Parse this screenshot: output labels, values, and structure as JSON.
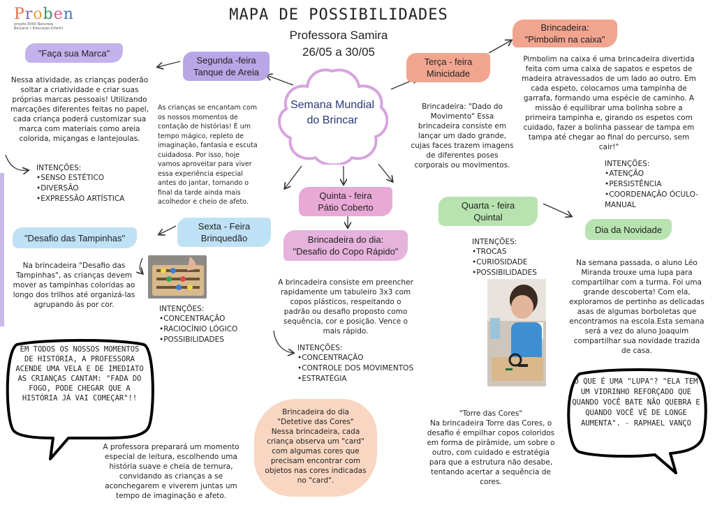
{
  "logo": {
    "name": "Proben",
    "tagline1": "projeto 0000 Natureza",
    "tagline2": "Berçário • Educação Infantil"
  },
  "header": {
    "title": "MAPA DE POSSIBILIDADES",
    "teacher": "Professora  Samira",
    "dates": "26/05 a 30/05"
  },
  "center": {
    "label": "Semana Mundial do Brincar"
  },
  "colors": {
    "purple": "#b9a6e6",
    "salmon": "#f1a58f",
    "green": "#b8e3b0",
    "blue": "#bfe1f5",
    "pink": "#e9a9d6",
    "peach": "#f8d6c2",
    "navy": "#2b3a78"
  },
  "monday": {
    "day": "Segunda -feira",
    "place": "Tanque de Areia",
    "story": "As crianças se encantam com os nossos momentos de contação de histórias! É um tempo mágico, repleto de imaginação, fantasia e escuta cuidadosa. Por isso, hoje vamos aproveitar para viver essa experiência especial antes do jantar, tornando o final da tarde ainda mais acolhedor e cheio de afeto.",
    "activity_title": "\"Faça sua Marca\"",
    "activity_text": "Nessa atividade, as crianças poderão soltar a criatividade e criar suas próprias marcas pessoais! Utilizando marcações diferentes feitas no papel, cada criança poderá customizar sua marca com materiais como areia colorida, miçangas e lantejoulas.",
    "intentions_title": "INTENÇÕES:",
    "intentions": [
      "SENSO ESTÉTICO",
      "DIVERSÃO",
      "EXPRESSÃO ARTÍSTICA"
    ]
  },
  "tuesday": {
    "day": "Terça - feira",
    "place": "Minicidade",
    "game_text": "Brincadeira: \"Dado do Movimento\" Essa brincadeira consiste em lançar um dado grande, cujas faces trazem imagens de diferentes poses corporais ou movimentos.",
    "activity_title_1": "Brincadeira:",
    "activity_title_2": "\"Pimbolim na caixa\"",
    "activity_text": "Pimbolim na caixa é uma brincadeira divertida feita com uma caixa de sapatos e espetos de madeira atravessados de um lado ao outro. Em cada espeto, colocamos uma tampinha de garrafa, formando uma espécie de caminho. A missão é equilibrar uma bolinha sobre a primeira tampinha e, girando os espetos com cuidado, fazer a bolinha passear de tampa em tampa até chegar ao final do percurso, sem cair!\"",
    "intentions_title": "INTENÇÕES:",
    "intentions": [
      "ATENÇÃO",
      "PERSISTÊNCIA",
      "COORDENAÇÃO ÓCULO-MANUAL"
    ]
  },
  "wednesday": {
    "day": "Quarta - feira",
    "place": "Quintal",
    "intentions_title": "INTENÇÕES:",
    "intentions": [
      "TROCAS",
      "CURIOSIDADE",
      "POSSIBILIDADES"
    ],
    "news_title": "Dia da Novidade",
    "news_text": "Na semana passada, o aluno Léo Miranda trouxe uma lupa para compartilhar com a turma. Foi uma grande descoberta! Com ela, exploramos de pertinho as delicadas asas de algumas borboletas que encontramos na escola.Esta semana será a vez do aluno Joaquim compartilhar sua novidade trazida de casa.",
    "quote": "O QUE É UMA \"LUPA\"? \"ELA TEM UM VIDRINHO REFORÇADO QUE QUANDO VOCÊ BATE NÃO QUEBRA E QUANDO VOCÊ VÊ DE LONGE AUMENTA\". - RAPHAEL VANÇO",
    "tower_title": "\"Torre das Cores\"",
    "tower_text": "Na brincadeira Torre das Cores, o desafio é empilhar copos coloridos em forma de pirâmide, um sobre o outro, com cuidado e estratégia para que a estrutura não desabe, tentando acertar a sequência de cores."
  },
  "thursday": {
    "day": "Quinta - feira",
    "place": "Pátio Coberto",
    "activity_title_1": "Brincadeira do dia:",
    "activity_title_2": "\"Desafio do Copo Rápido\"",
    "activity_text": "A brincadeira consiste em preencher rapidamente um tabuleiro 3x3 com copos plásticos, respeitando o padrão ou desafio proposto como sequência, cor e posição. Vence o mais rápido.",
    "intentions_title": "INTENÇÕES:",
    "intentions": [
      "CONCENTRAÇÃO",
      "CONTROLE DOS MOVIMENTOS",
      "ESTRATÉGIA"
    ],
    "detective_title_1": "Brincadeira do dia",
    "detective_title_2": "\"Detetive das Cores\"",
    "detective_text": "Nessa brincadeira, cada criança observa um \"card\" com algumas cores que  precisam encontrar com objetos nas cores indicadas no \"card\"."
  },
  "friday": {
    "day": "Sexta - Feira",
    "place": "Brinquedão",
    "activity_title": "\"Desafio das  Tampinhas\"",
    "activity_text": "Na brincadeira \"Desafio das Tampinhas\", as crianças devem mover as tampinhas coloridas ao longo dos trilhos até organizá-las agrupando ás por cor.",
    "intentions_title": "INTENÇÕES:",
    "intentions": [
      "CONCENTRAÇÃO",
      "RACIOCÍNIO LÓGICO",
      "POSSIBILIDADES"
    ],
    "quote": "EM TODOS OS NOSSOS MOMENTOS DE HISTÓRIA, A PROFESSORA ACENDE UMA VELA E DE IMEDIATO AS CRIANÇAS CANTAM: \"FADA DO FOGO, PODE CHEGAR QUE A HISTÓRIA JÁ VAI COMEÇAR\"!!",
    "reading_text": "A professora preparará um momento especial de leitura, escolhendo uma história suave e cheia de ternura, convidando as crianças a se aconchegarem e viverem juntas um tempo de imaginação e afeto."
  }
}
